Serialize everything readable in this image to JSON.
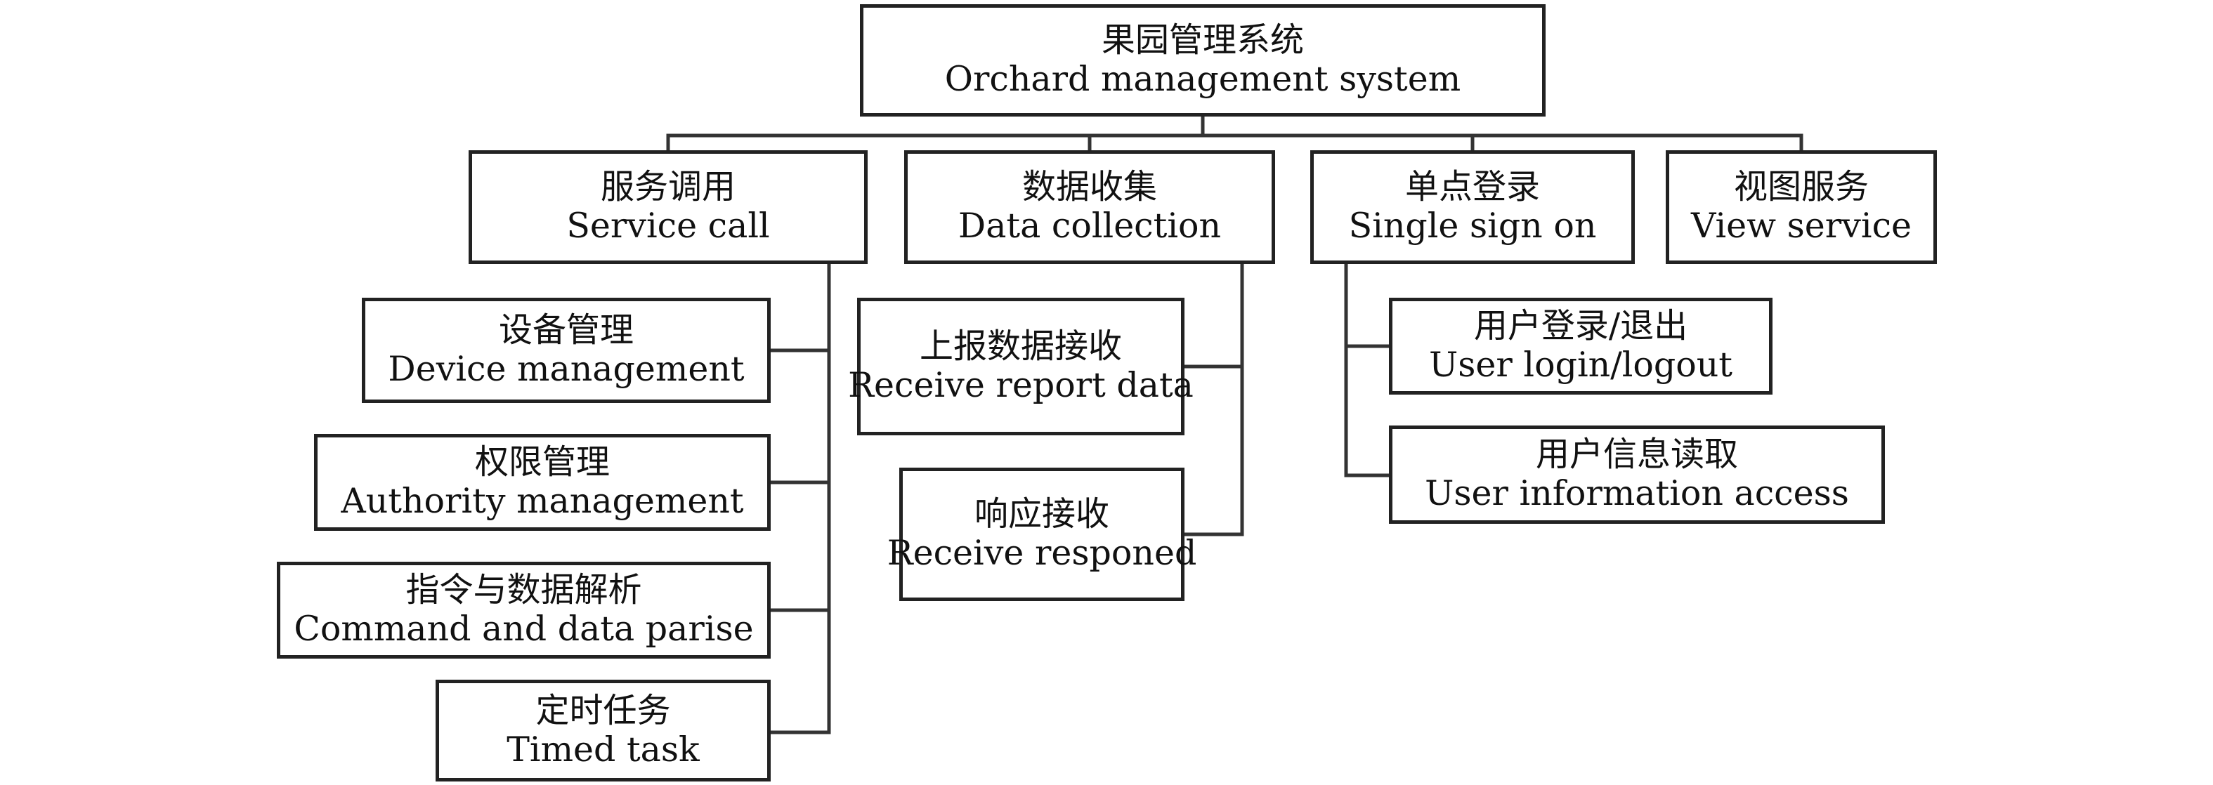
{
  "diagram": {
    "root": {
      "zh": "果园管理系统",
      "en": "Orchard management system"
    },
    "modules": {
      "service_call": {
        "zh": "服务调用",
        "en": "Service call"
      },
      "data_collection": {
        "zh": "数据收集",
        "en": "Data collection"
      },
      "single_sign_on": {
        "zh": "单点登录",
        "en": "Single sign on"
      },
      "view_service": {
        "zh": "视图服务",
        "en": "View service"
      }
    },
    "service_call_items": {
      "device": {
        "zh": "设备管理",
        "en": "Device management"
      },
      "authority": {
        "zh": "权限管理",
        "en": "Authority management"
      },
      "command": {
        "zh": "指令与数据解析",
        "en": "Command and data parise"
      },
      "timed": {
        "zh": "定时任务",
        "en": "Timed task"
      }
    },
    "data_collection_items": {
      "report": {
        "zh": "上报数据接收",
        "en": "Receive report data"
      },
      "response": {
        "zh": "响应接收",
        "en": "Receive responed"
      }
    },
    "single_sign_on_items": {
      "login": {
        "zh": "用户登录/退出",
        "en": "User login/logout"
      },
      "info": {
        "zh": "用户信息读取",
        "en": "User information access"
      }
    }
  }
}
